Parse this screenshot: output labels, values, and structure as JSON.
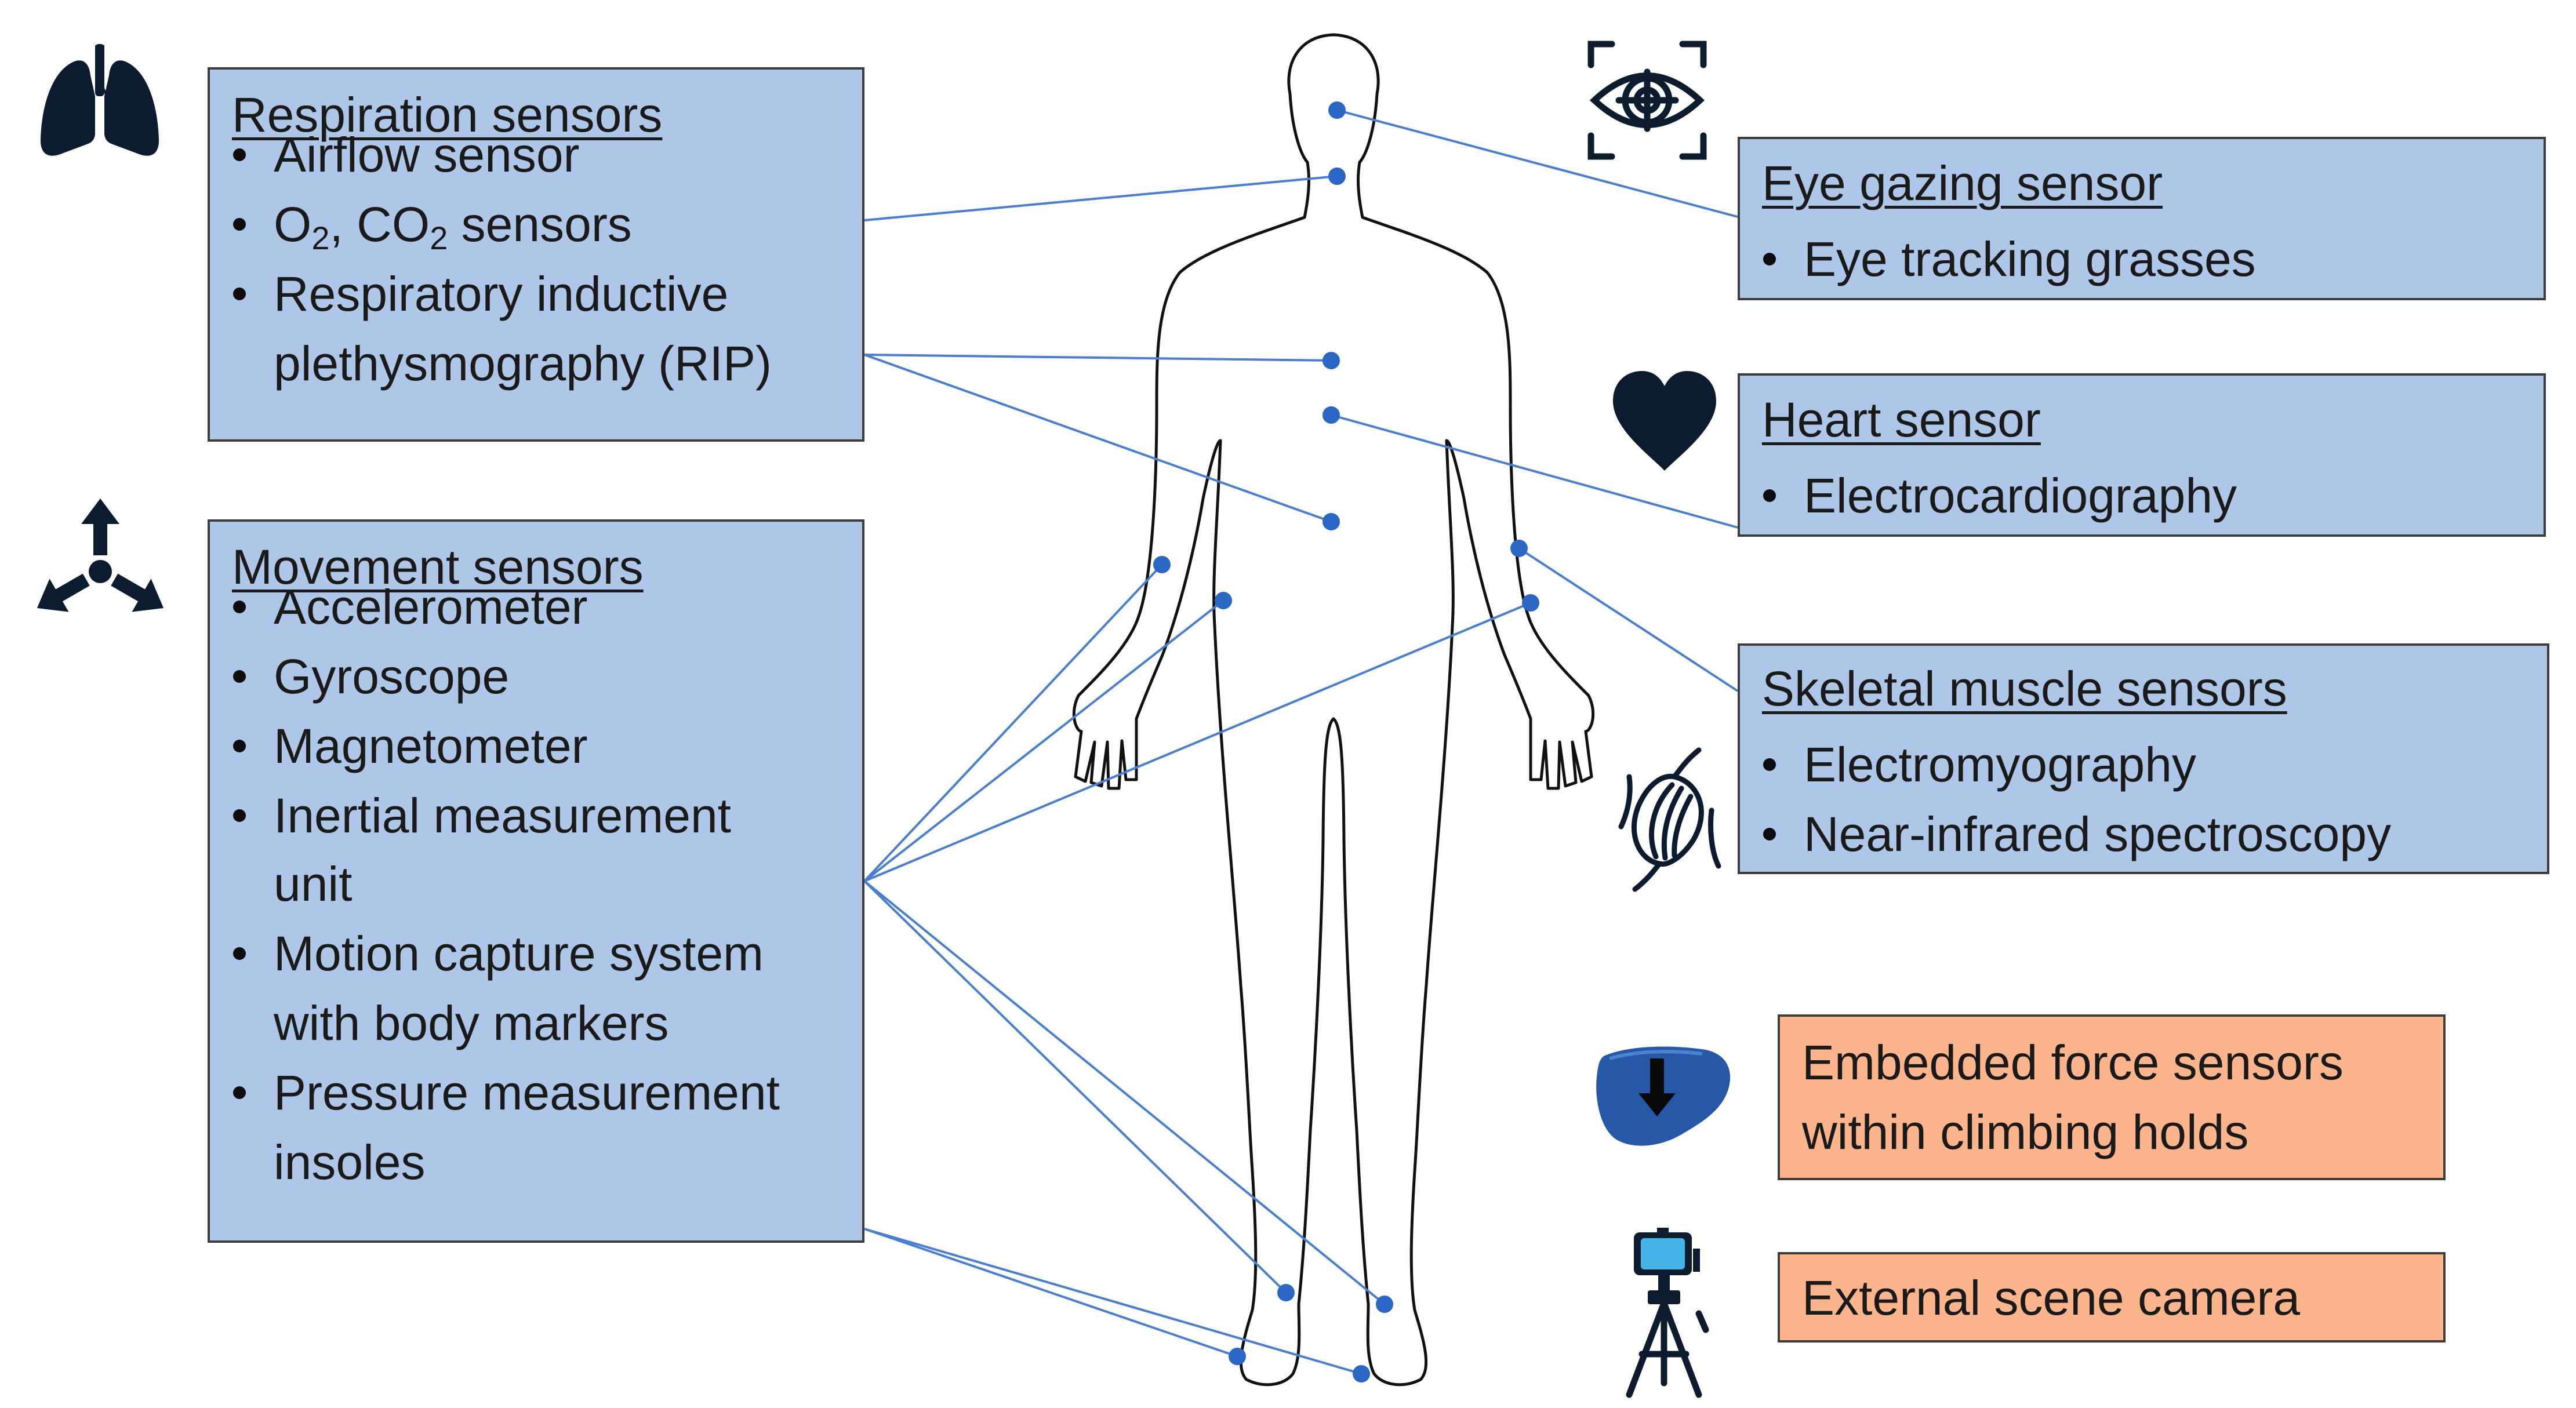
{
  "respiration": {
    "title": "Respiration sensors",
    "items": [
      "Airflow sensor",
      "O2, CO2 sensors",
      "Respiratory inductive",
      "plethysmography (RIP)"
    ]
  },
  "movement": {
    "title": "Movement sensors",
    "items": [
      "Accelerometer",
      "Gyroscope",
      "Magnetometer",
      "Inertial measurement",
      "unit",
      "Motion capture system",
      "with body markers",
      "Pressure measurement",
      "insoles"
    ]
  },
  "eye": {
    "title": "Eye gazing sensor",
    "items": [
      "Eye tracking grasses"
    ]
  },
  "heart": {
    "title": "Heart sensor",
    "items": [
      "Electrocardiography"
    ]
  },
  "skeletal": {
    "title": "Skeletal muscle sensors",
    "items": [
      "Electromyography",
      "Near-infrared spectroscopy"
    ]
  },
  "force": {
    "lines": [
      "Embedded force sensors",
      "within climbing holds"
    ]
  },
  "camera": {
    "label": "External scene camera"
  },
  "colors": {
    "sensor_box": "#aec7e8",
    "external_box": "#fbb48b",
    "connector": "#4a7fd0",
    "marker": "#2a66c4",
    "icon": "#0d1b2e"
  },
  "icons": [
    "lungs-icon",
    "movement-arrows-icon",
    "eye-target-icon",
    "heart-icon",
    "muscle-icon",
    "climbing-hold-icon",
    "tripod-camera-icon"
  ]
}
